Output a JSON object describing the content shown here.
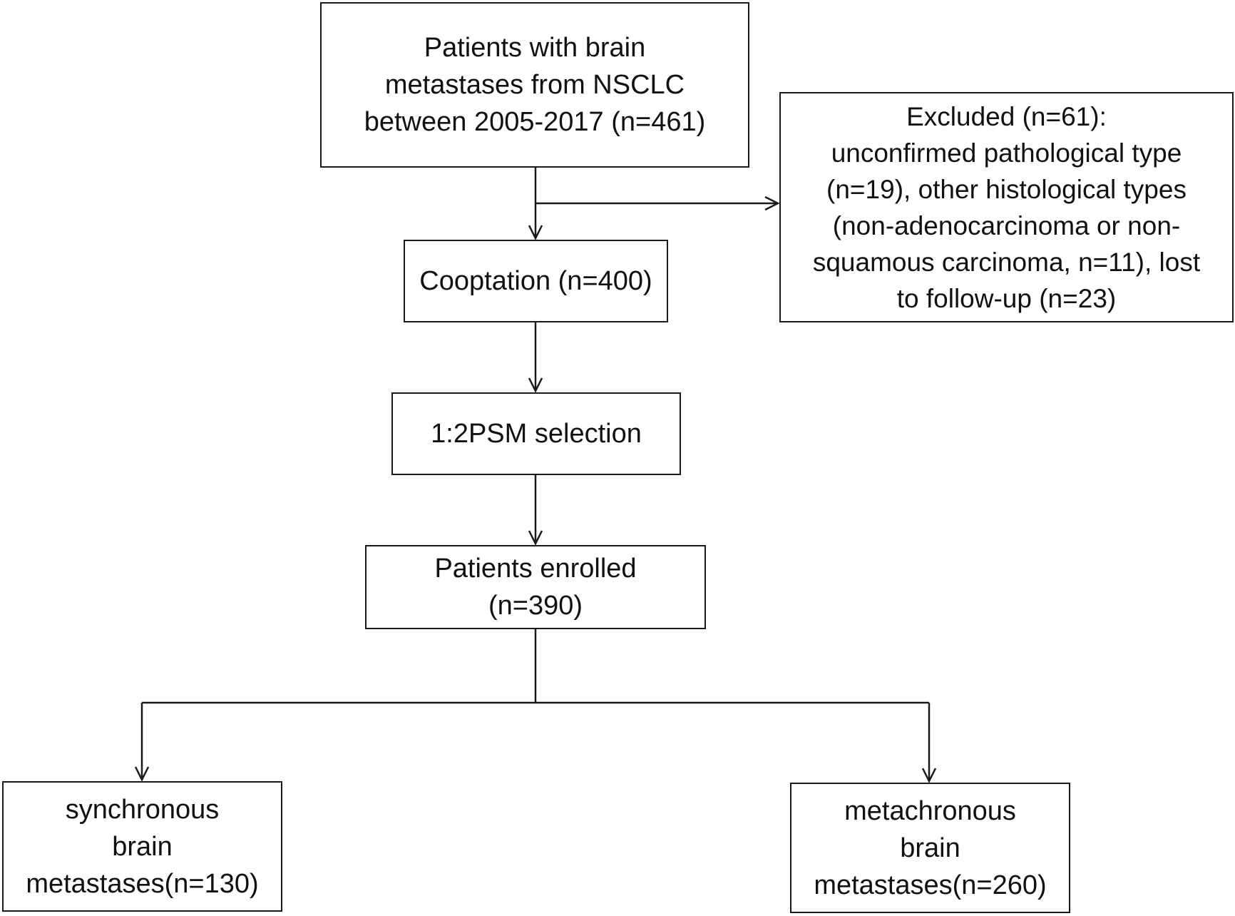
{
  "boxes": {
    "initial": [
      "Patients with brain",
      "metastases from NSCLC",
      "between 2005-2017 (n=461)"
    ],
    "excluded": [
      "Excluded (n=61):",
      "unconfirmed pathological type",
      "(n=19), other histological types",
      "(non-adenocarcinoma or non-",
      "squamous carcinoma, n=11), lost",
      "to follow-up (n=23)"
    ],
    "cooptation": [
      "Cooptation (n=400)"
    ],
    "psm": [
      "1:2PSM selection"
    ],
    "enrolled": [
      "Patients enrolled",
      "(n=390)"
    ],
    "synchronous": [
      "synchronous",
      "brain",
      "metastases(n=130)"
    ],
    "metachronous": [
      "metachronous",
      "brain",
      "metastases(n=260)"
    ]
  },
  "colors": {
    "line": "#1a1a1a",
    "background": "#ffffff",
    "text": "#111111"
  }
}
